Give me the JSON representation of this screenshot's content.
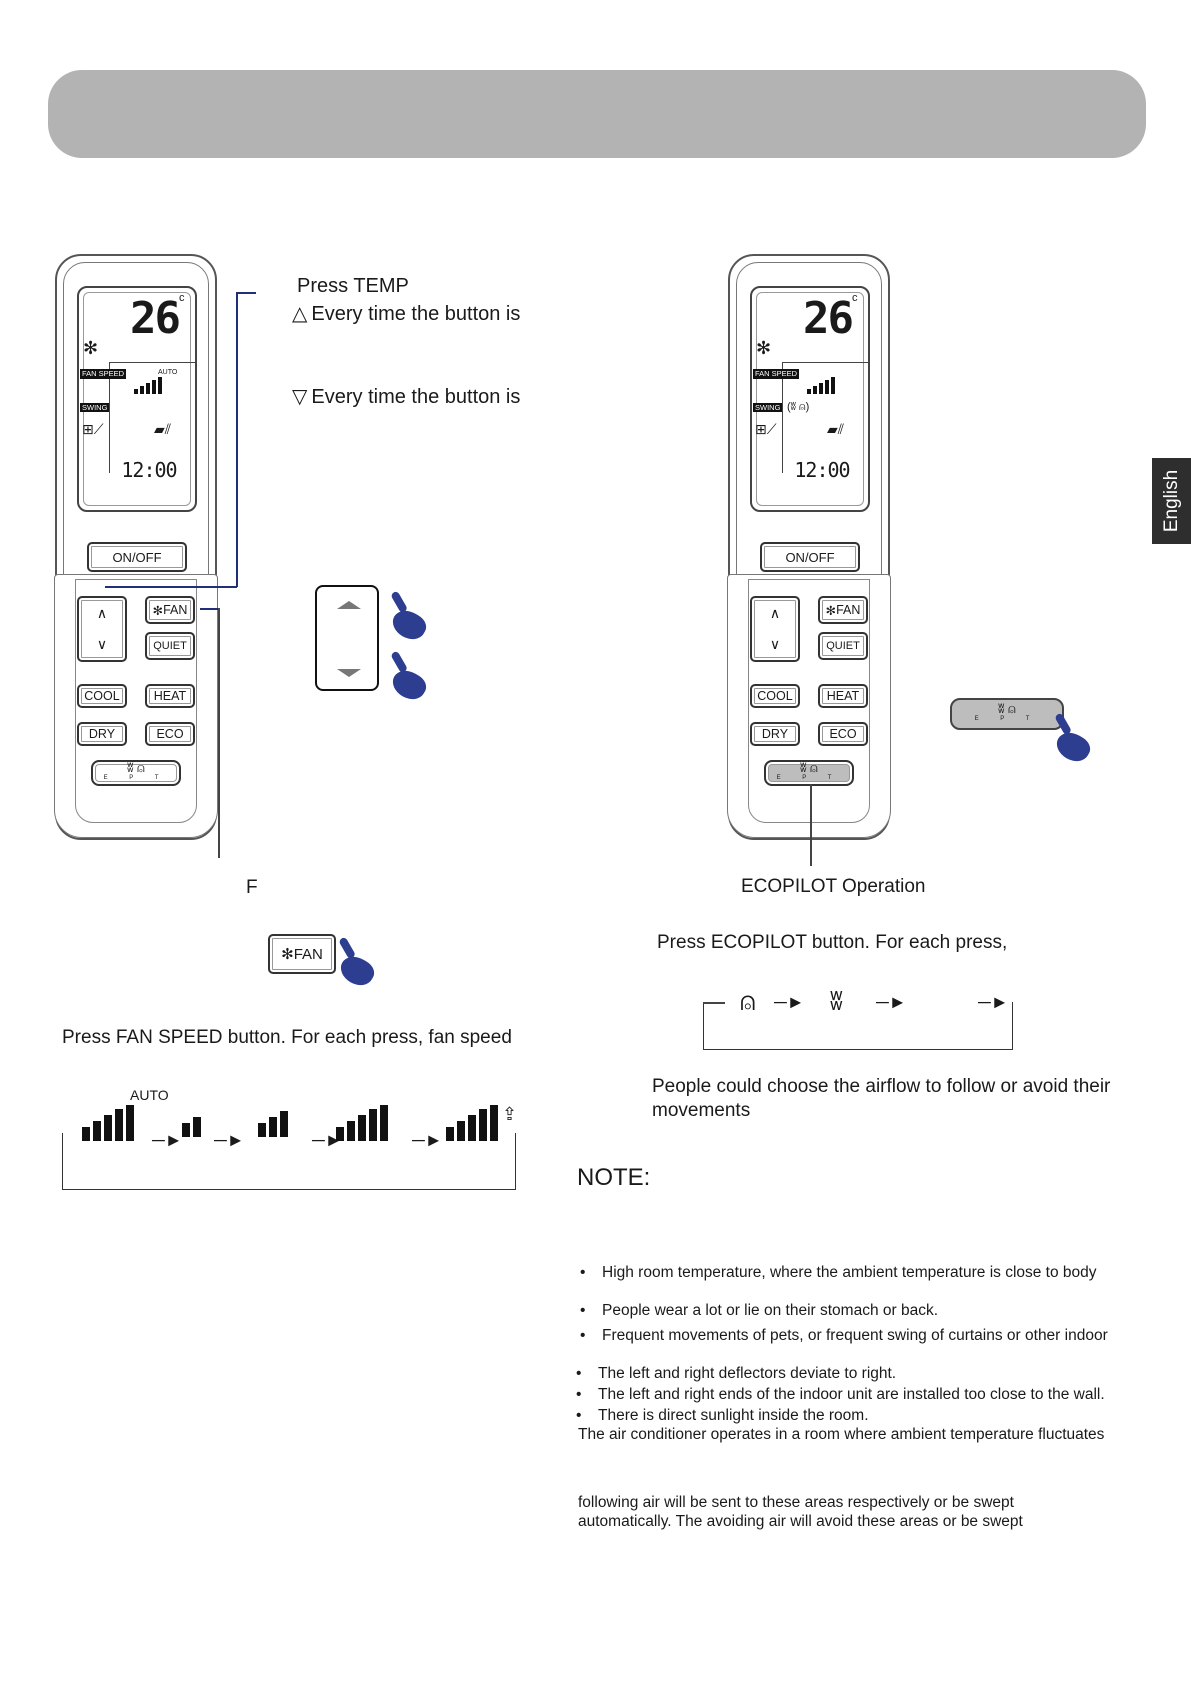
{
  "side_tab": {
    "language": "English"
  },
  "left": {
    "remote_buttons": {
      "onoff": "ON/OFF",
      "fan": "FAN",
      "fan_glyph": "✻",
      "quiet": "QUIET",
      "cool": "COOL",
      "heat": "HEAT",
      "dry": "DRY",
      "eco": "ECO",
      "ept_sub": "E P T",
      "up": "∧",
      "down": "∨"
    },
    "lcd": {
      "temp": "26",
      "unit": "c",
      "fan_speed_tag": "FAN SPEED",
      "auto": "AUTO",
      "swing_tag": "SWING",
      "time": "12:00"
    },
    "temp_heading": "Press TEMP",
    "temp_up_line": "Every time the button is",
    "temp_down_line": "Every time the button is",
    "temp_up_symbol": "△",
    "temp_down_symbol": "▽",
    "fan_heading": "F",
    "fan_big_label": "FAN",
    "fan_instruction": "Press FAN SPEED button. For each press, fan speed",
    "fan_sequence_auto": "AUTO"
  },
  "right": {
    "ecopilot_heading": "ECOPILOT  Operation",
    "ecopilot_instruction": "Press   ECOPILOT  button. For each press,",
    "airflow_note": "People could choose the airflow to follow or avoid their movements",
    "note_title": "NOTE:",
    "bullets_a": [
      "High room temperature, where the ambient temperature is close to body",
      "People wear a lot or lie on their stomach or back.",
      "Frequent movements of pets, or frequent swing of curtains or other indoor"
    ],
    "bullets_b": [
      "The left and right deflectors deviate to right.",
      "The left and right ends of the indoor unit are installed too close to the wall.",
      "There is direct sunlight inside the room."
    ],
    "fluctuates_line": "The air conditioner operates in a room where ambient temperature fluctuates",
    "following_line_1": "following air will be sent to these areas respectively or be swept",
    "following_line_2": "automatically. The avoiding air will avoid these areas or be swept"
  }
}
